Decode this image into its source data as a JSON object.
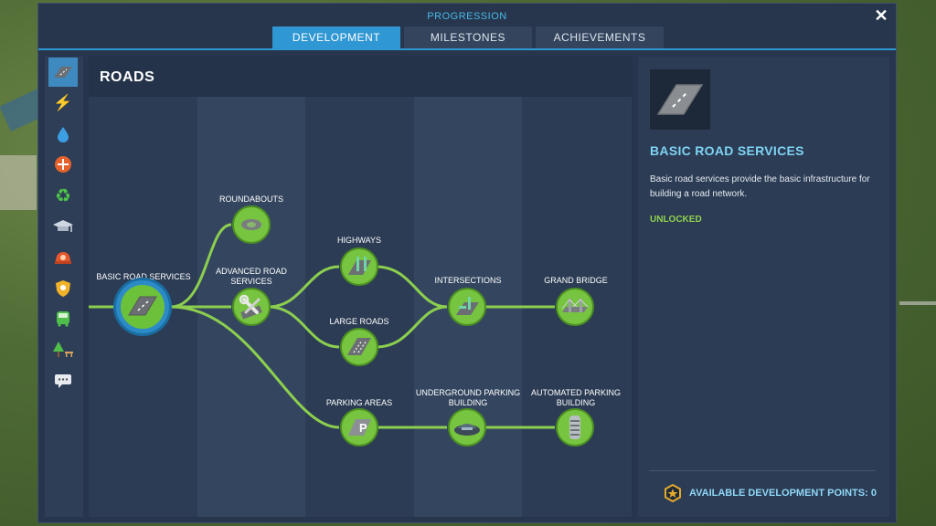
{
  "window": {
    "title": "PROGRESSION",
    "close_symbol": "✕"
  },
  "tabs": [
    {
      "label": "DEVELOPMENT",
      "active": true
    },
    {
      "label": "MILESTONES",
      "active": false
    },
    {
      "label": "ACHIEVEMENTS",
      "active": false
    }
  ],
  "sidebar": {
    "items": [
      {
        "icon": "road-icon",
        "glyph": "▬",
        "active": true
      },
      {
        "icon": "electricity-icon",
        "glyph": "⚡"
      },
      {
        "icon": "water-drop-icon",
        "glyph": "💧"
      },
      {
        "icon": "healthcare-icon",
        "glyph": "✚"
      },
      {
        "icon": "recycle-icon",
        "glyph": "♻"
      },
      {
        "icon": "education-icon",
        "glyph": "🎓"
      },
      {
        "icon": "fire-department-icon",
        "glyph": "⛑"
      },
      {
        "icon": "police-badge-icon",
        "glyph": "🛡"
      },
      {
        "icon": "transport-bus-icon",
        "glyph": "🚌"
      },
      {
        "icon": "parks-tree-icon",
        "glyph": "🌲"
      },
      {
        "icon": "communications-chat-icon",
        "glyph": "💬"
      }
    ]
  },
  "tree": {
    "title": "ROADS",
    "nodes": [
      {
        "id": "basic",
        "label": "BASIC ROAD SERVICES",
        "icon": "road-segment-icon"
      },
      {
        "id": "roundabouts",
        "label": "ROUNDABOUTS",
        "icon": "roundabout-icon"
      },
      {
        "id": "advanced",
        "label": "ADVANCED ROAD SERVICES",
        "icon": "wrench-icon"
      },
      {
        "id": "highways",
        "label": "HIGHWAYS",
        "icon": "highway-icon"
      },
      {
        "id": "large_roads",
        "label": "LARGE ROADS",
        "icon": "large-road-icon"
      },
      {
        "id": "intersections",
        "label": "INTERSECTIONS",
        "icon": "intersection-icon"
      },
      {
        "id": "grand_bridge",
        "label": "GRAND BRIDGE",
        "icon": "bridge-icon"
      },
      {
        "id": "parking_areas",
        "label": "PARKING AREAS",
        "icon": "parking-sign-icon"
      },
      {
        "id": "underground_parking",
        "label": "UNDERGROUND PARKING BUILDING",
        "icon": "underground-parking-icon"
      },
      {
        "id": "automated_parking",
        "label": "AUTOMATED PARKING BUILDING",
        "icon": "parking-tower-icon"
      }
    ]
  },
  "detail": {
    "icon": "road-segment-icon",
    "title": "BASIC ROAD SERVICES",
    "description": "Basic road services provide the basic infrastructure for building a road network.",
    "status": "UNLOCKED",
    "dev_points_label": "AVAILABLE DEVELOPMENT POINTS: 0"
  },
  "colors": {
    "accent": "#2f97d3",
    "node_green": "#76c43f",
    "link_green": "#8ccf4f",
    "unlocked": "#8fd14f"
  }
}
